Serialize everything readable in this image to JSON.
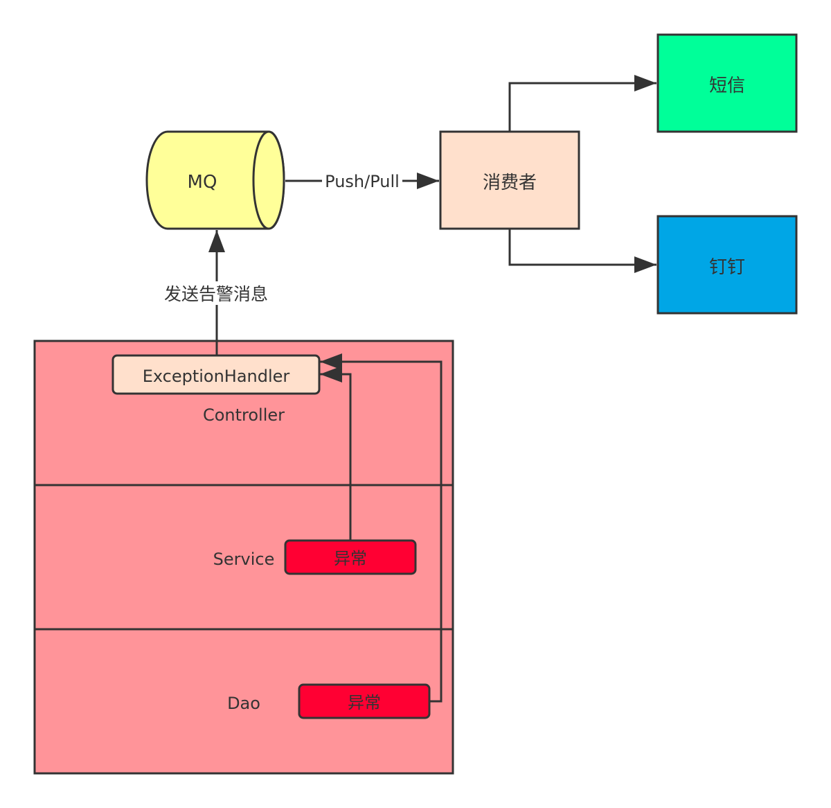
{
  "nodes": {
    "mq": "MQ",
    "consumer": "消费者",
    "sms": "短信",
    "dingtalk": "钉钉",
    "exception_handler": "ExceptionHandler",
    "exception_service": "异常",
    "exception_dao": "异常"
  },
  "layers": {
    "controller": "Controller",
    "service": "Service",
    "dao": "Dao"
  },
  "edges": {
    "push_pull": "Push/Pull",
    "send_alert": "发送告警消息"
  },
  "colors": {
    "mq_fill": "#FFFF99",
    "consumer_fill": "#FFE0CC",
    "sms_fill": "#00FF99",
    "dingtalk_fill": "#00A6E6",
    "layer_fill": "#FF9499",
    "handler_fill": "#FFE0CC",
    "exception_fill": "#FF0033",
    "stroke": "#333333"
  }
}
